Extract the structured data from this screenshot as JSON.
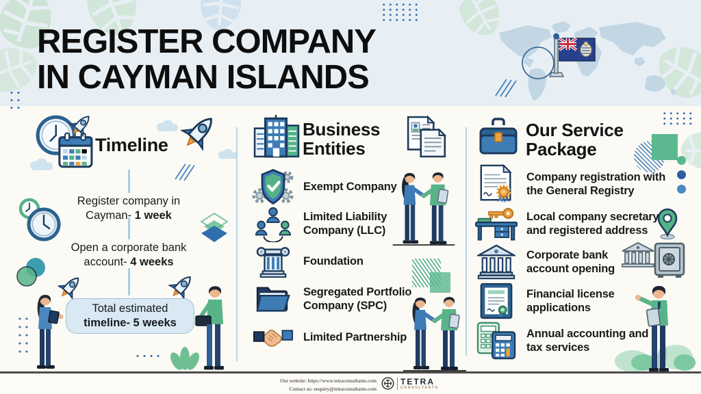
{
  "header": {
    "title_line1": "REGISTER COMPANY",
    "title_line2": "IN CAYMAN ISLANDS"
  },
  "timeline": {
    "heading": "Timeline",
    "steps": [
      {
        "text": "Register company in Cayman-",
        "duration": "1 week"
      },
      {
        "text": "Open a corporate bank account-",
        "duration": "4 weeks"
      }
    ],
    "total": {
      "line1": "Total estimated",
      "line2": "timeline- 5 weeks"
    }
  },
  "business_entities": {
    "heading": "Business Entities",
    "items": [
      {
        "icon": "shield-check-gears-icon",
        "label": "Exempt Company"
      },
      {
        "icon": "team-icon",
        "label": "Limited Liability Company (LLC)"
      },
      {
        "icon": "pillar-icon",
        "label": "Foundation"
      },
      {
        "icon": "folder-icon",
        "label": "Segregated Portfolio Company (SPC)"
      },
      {
        "icon": "handshake-icon",
        "label": "Limited Partnership"
      }
    ]
  },
  "service_package": {
    "heading": "Our Service Package",
    "items": [
      {
        "icon": "certificate-seal-icon",
        "label": "Company registration with the General Registry"
      },
      {
        "icon": "desk-key-icon",
        "label": "Local company secretary and registered address"
      },
      {
        "icon": "bank-icon",
        "label": "Corporate bank account opening"
      },
      {
        "icon": "license-document-icon",
        "label": "Financial license applications"
      },
      {
        "icon": "calculators-icon",
        "label": "Annual accounting and tax services"
      }
    ]
  },
  "footer": {
    "website": "Our website: https://www.tetraconsultants.com",
    "contact": "Contact us: enquiry@tetraconsultants.com",
    "brand": "TETRA",
    "brand_sub": "CONSULTANTS"
  },
  "colors": {
    "header_bg": "#e8eff4",
    "body_bg": "#fbfaf5",
    "title_text": "#0e0e0e",
    "primary_blue": "#3d7cb5",
    "navy": "#1f3a5f",
    "teal_green": "#55b287",
    "orange": "#edA23d",
    "total_box_fill": "#d8e9f4",
    "map_blue": "#c2d6e4",
    "flag_navy": "#27408f"
  }
}
